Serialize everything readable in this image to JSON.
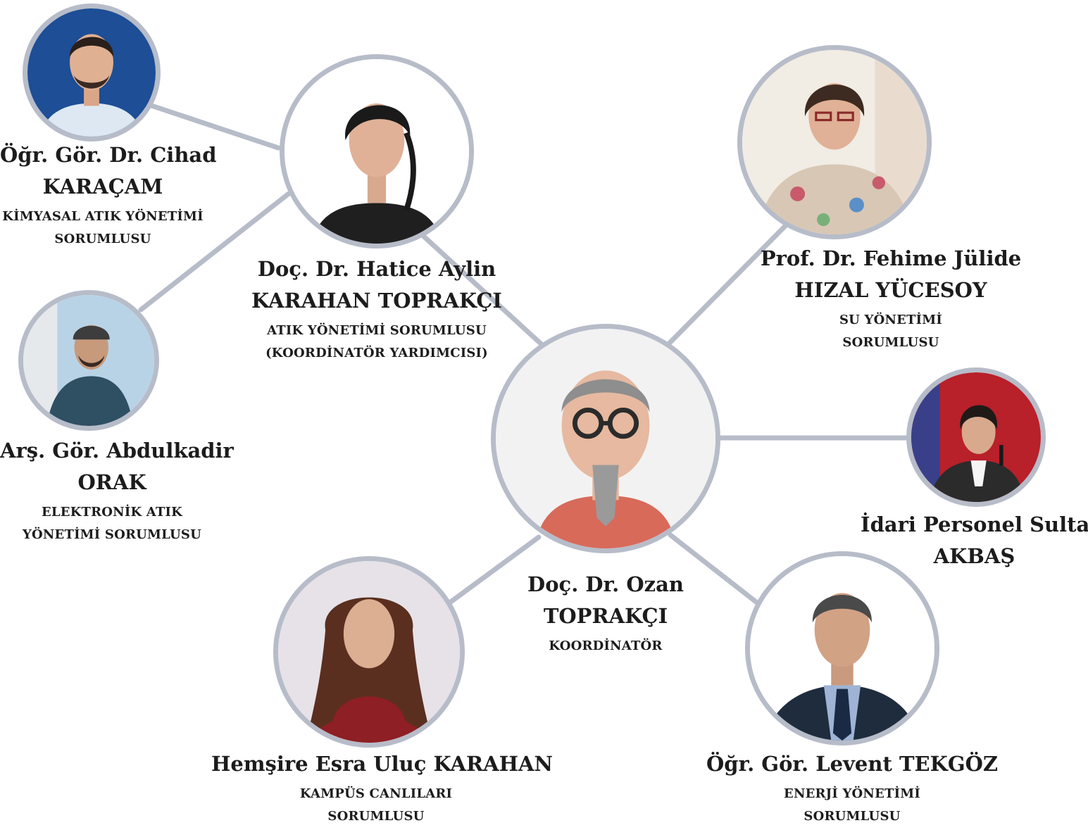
{
  "center": {
    "name_line1": "Doç. Dr. Ozan",
    "name_line2": "TOPRAKÇI",
    "role_line1": "KOORDİNATÖR"
  },
  "atik": {
    "name_line1": "Doç. Dr. Hatice Aylin",
    "name_line2": "KARAHAN TOPRAKÇI",
    "role_line1": "ATIK YÖNETİMİ SORUMLUSU",
    "role_line2": "(KOORDİNATÖR YARDIMCISI)"
  },
  "kimyasal": {
    "name_line1": "Öğr. Gör. Dr. Cihad",
    "name_line2": "KARAÇAM",
    "role_line1": "KİMYASAL ATIK YÖNETİMİ",
    "role_line2": "SORUMLUSU"
  },
  "elektronik": {
    "name_line1": "Arş. Gör. Abdulkadir",
    "name_line2": "ORAK",
    "role_line1": "ELEKTRONİK ATIK",
    "role_line2": "YÖNETİMİ SORUMLUSU"
  },
  "su": {
    "name_line1": "Prof. Dr. Fehime Jülide",
    "name_line2": "HIZAL YÜCESOY",
    "role_line1": "SU YÖNETİMİ",
    "role_line2": "SORUMLUSU"
  },
  "idari": {
    "name_line1": "İdari Personel Sultan",
    "name_line2": "AKBAŞ"
  },
  "kampus": {
    "name_line1": "Hemşire Esra Uluç KARAHAN",
    "role_line1": "KAMPÜS CANLILARI",
    "role_line2": "SORUMLUSU"
  },
  "enerji": {
    "name_line1": "Öğr. Gör. Levent TEKGÖZ",
    "role_line1": "ENERJİ YÖNETİMİ",
    "role_line2": "SORUMLUSU"
  }
}
